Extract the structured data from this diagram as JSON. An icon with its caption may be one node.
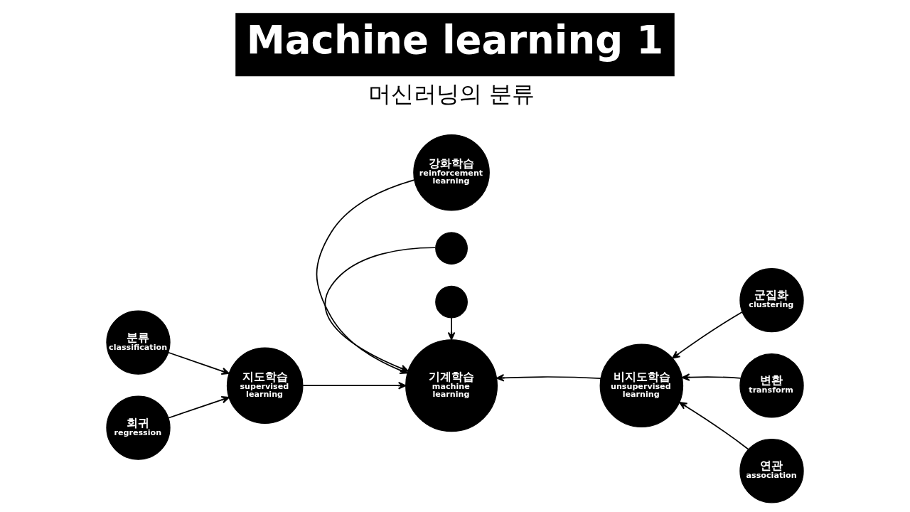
{
  "diagram": {
    "title": "Machine learning 1",
    "nodes": [
      {
        "text": [
          "강화학습",
          "reinforcement learning"
        ]
      },
      {
        "text": [
          "분류",
          "classification"
        ]
      },
      {
        "text": [
          "지도학습",
          "supervised learning"
        ]
      },
      {
        "text": [
          "기계학습",
          "machine learning"
        ]
      },
      {
        "text": [
          "비지도학습",
          "unsupervised learning"
        ]
      },
      {
        "text": [
          "군집화",
          "clustering"
        ]
      },
      {
        "text": [
          "변환",
          "transform"
        ]
      },
      {
        "text": [
          "회귀",
          "regression"
        ]
      },
      {
        "text": [
          "연관",
          "association"
        ]
      },
      {
        "text": [],
        "shape": "circle"
      },
      {
        "text": [],
        "shape": "circle"
      }
    ],
    "edges": [
      {
        "from": 0,
        "to": 3,
        "arrow": "to"
      },
      {
        "from": 1,
        "to": 2,
        "arrow": "to"
      },
      {
        "from": 7,
        "to": 2,
        "arrow": "to"
      },
      {
        "from": 2,
        "to": 3,
        "arrow": "to"
      },
      {
        "from": 4,
        "to": 3,
        "arrow": "to"
      },
      {
        "from": 5,
        "to": 4,
        "arrow": "to"
      },
      {
        "from": 6,
        "to": 4,
        "arrow": "to"
      },
      {
        "from": 8,
        "to": 4,
        "arrow": "to"
      },
      {
        "from": 9,
        "to": 3,
        "arrow": "to"
      },
      {
        "from": 10,
        "to": 3,
        "arrow": "to"
      }
    ],
    "labels": [
      "머신러닝의 분류"
    ]
  }
}
